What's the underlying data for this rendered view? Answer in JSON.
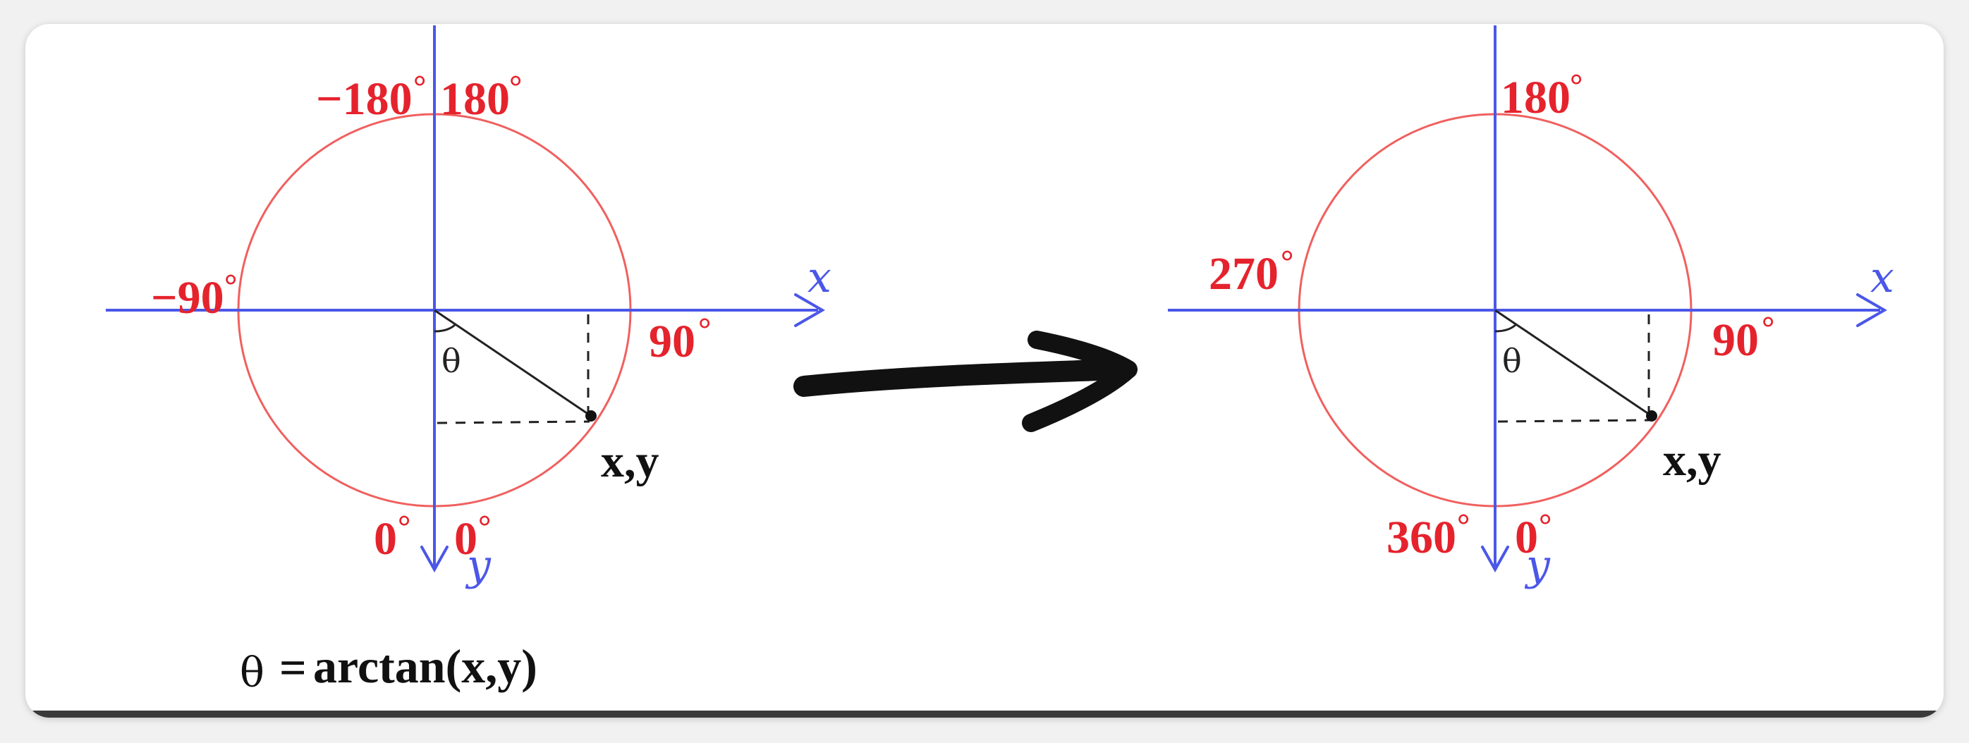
{
  "left_diagram": {
    "labels": {
      "top_left": "−180",
      "top_right": "180",
      "left": "−90",
      "right": "90",
      "bottom_left": "0",
      "bottom_right": "0",
      "degree_symbol": "°"
    },
    "axis_x": "x",
    "axis_y": "y",
    "point": "x,y",
    "angle": "θ"
  },
  "right_diagram": {
    "labels": {
      "top_right": "180",
      "left": "270",
      "right": "90",
      "bottom_left": "360",
      "bottom_right": "0",
      "degree_symbol": "°"
    },
    "axis_x": "x",
    "axis_y": "y",
    "point": "x,y",
    "angle": "θ"
  },
  "formula": {
    "theta": "θ",
    "equals": "=",
    "expression": "arctan(x,y)"
  },
  "colors": {
    "circle": "#f0605f",
    "axes": "#4b57e8",
    "degree_labels": "#e5232d",
    "ink": "#111111"
  }
}
